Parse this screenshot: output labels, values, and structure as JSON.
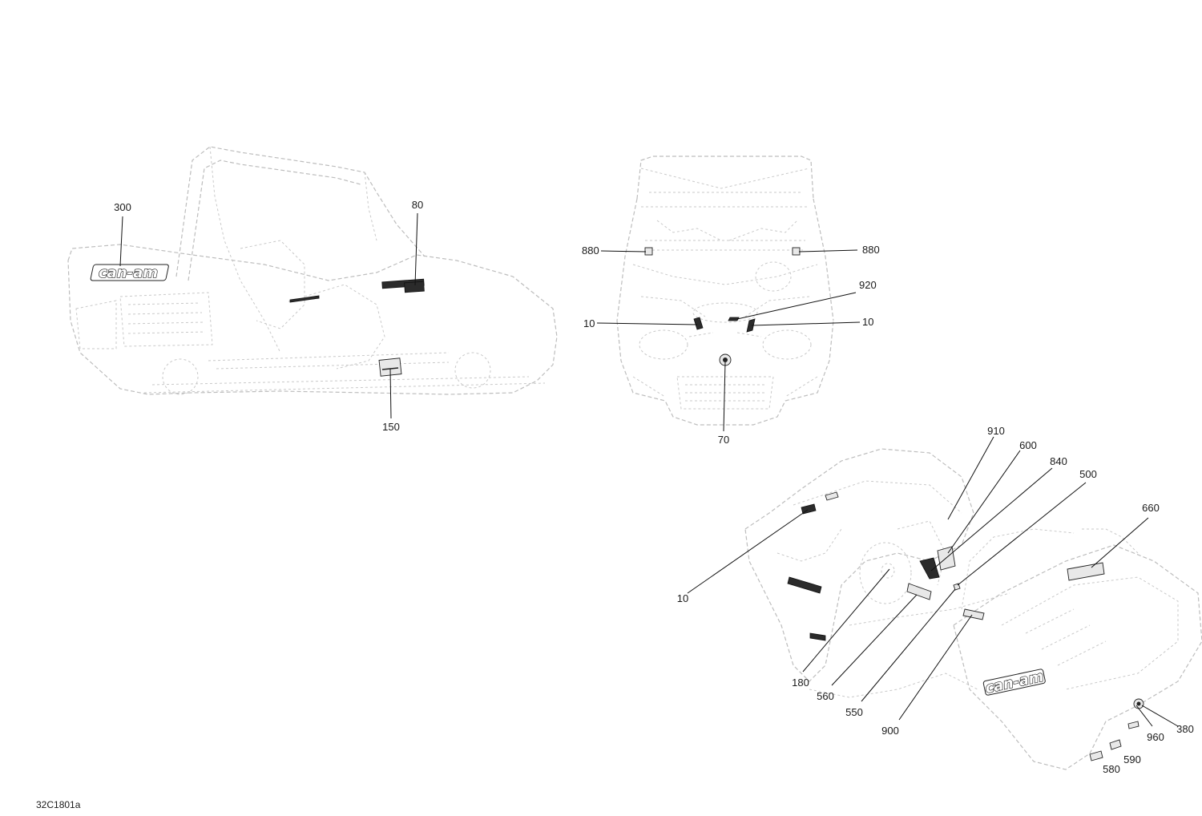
{
  "drawing_id": "32C1801a",
  "logo": "can-am",
  "callouts": {
    "c300": "300",
    "c80": "80",
    "c150": "150",
    "c880_left": "880",
    "c880_right": "880",
    "c920": "920",
    "c10_left": "10",
    "c10_right": "10",
    "c70": "70",
    "c910": "910",
    "c600": "600",
    "c840": "840",
    "c500": "500",
    "c660": "660",
    "c10_iso": "10",
    "c180": "180",
    "c560": "560",
    "c550": "550",
    "c900": "900",
    "c960": "960",
    "c380": "380",
    "c590": "590",
    "c580": "580"
  }
}
